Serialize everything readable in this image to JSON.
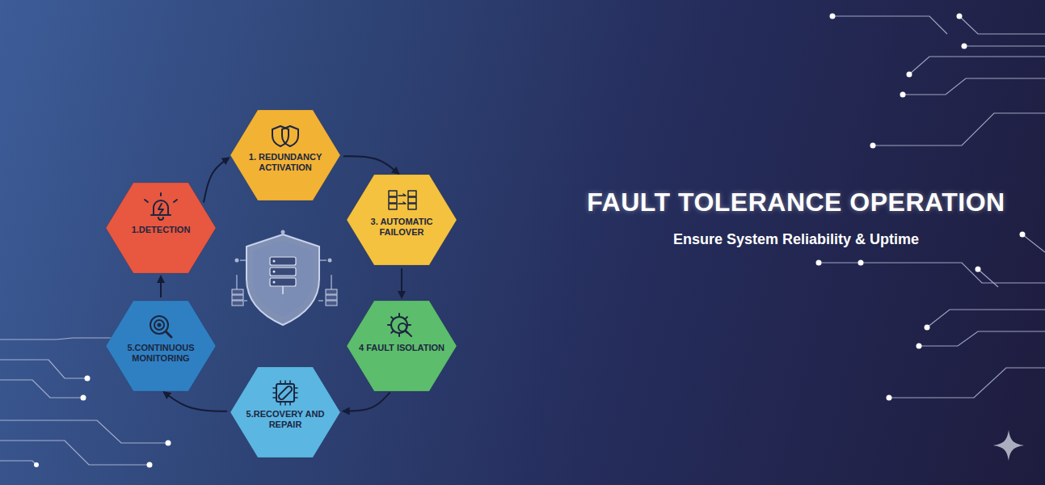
{
  "diagram": {
    "title": "FAULT TOLERANCE OPERATION",
    "caption": "Ensure System Reliability & Uptime",
    "nodes": [
      {
        "text": [
          "1.DETECTION"
        ]
      },
      {
        "text": [
          "1. REDUNDANCY ACTIVATION"
        ]
      },
      {
        "text": [
          "3. AUTOMATIC FAILOVER"
        ]
      },
      {
        "text": [
          "4 FAULT ISOLATION"
        ]
      },
      {
        "text": [
          "5.RECOVERY AND REPAIR"
        ]
      },
      {
        "text": [
          "5.CONTINUOUS MONITORING"
        ]
      }
    ],
    "edges": [
      {
        "from": 0,
        "to": 1,
        "arrow": "to"
      },
      {
        "from": 1,
        "to": 2,
        "arrow": "to"
      },
      {
        "from": 2,
        "to": 3,
        "arrow": "to"
      },
      {
        "from": 3,
        "to": 4,
        "arrow": "to"
      },
      {
        "from": 4,
        "to": 5,
        "arrow": "to"
      },
      {
        "from": 5,
        "to": 0,
        "arrow": "to"
      }
    ]
  }
}
